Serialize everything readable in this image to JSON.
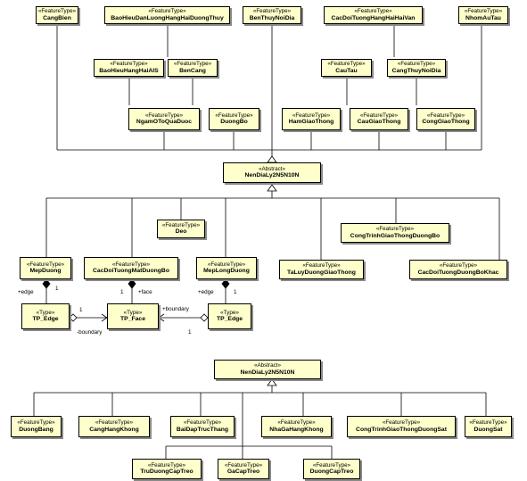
{
  "diagram": {
    "stereotypes": {
      "feature": "«FeatureType»",
      "abstract": "«Abstract»",
      "type": "«Type»"
    },
    "top_row_1": [
      "CangBien",
      "BaoHieuDanLuongHangHaiDuongThuy",
      "BenThuyNoiDia",
      "CacDoiTuongHangHaiHaiVan",
      "NhomAuTau"
    ],
    "top_row_2": [
      "BaoHieuHangHaiAIS",
      "BenCang",
      "CauTau",
      "CangThuyNoiDia"
    ],
    "top_row_3": [
      "NgamOToQuaDuoc",
      "DuongBo",
      "HamGiaoThong",
      "CauGiaoThong",
      "CongGiaoThong"
    ],
    "abstract_1": "NenDiaLy2N5N10N",
    "middle": {
      "deo": "Deo",
      "cong_trinh": "CongTrinhGiaoThongDuongBo",
      "mep_duong": "MepDuong",
      "doi_tuong_mat": "CacDoiTuongMatDuongBo",
      "mep_long": "MepLongDuong",
      "ta_luy": "TaLuyDuongGiaoThong",
      "doi_tuong_khac": "CacDoiTuongDuongBoKhac",
      "tp_edge": "TP_Edge",
      "tp_face": "TP_Face"
    },
    "labels": {
      "edge": "+edge",
      "face": "+face",
      "boundary": "+boundary",
      "boundary_neg": "-boundary",
      "one": "1"
    },
    "abstract_2": "NenDiaLy2N5N10N",
    "bottom_row_1": [
      "DuongBang",
      "CangHangKhong",
      "BaiDapTrucThang",
      "NhaGaHangKhong",
      "CongTrinhGiaoThongDuongSat",
      "DuongSat"
    ],
    "bottom_row_2": [
      "TruDuongCapTreo",
      "GaCapTreo",
      "DuongCapTreo"
    ]
  }
}
